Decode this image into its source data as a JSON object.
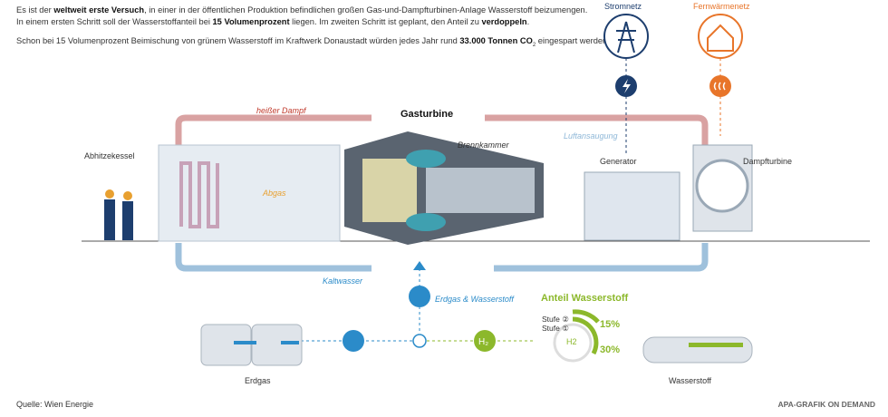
{
  "intro": {
    "line1_a": "Es ist der ",
    "line1_b": "weltweit erste Versuch",
    "line1_c": ", in einer in der öffentlichen Produktion befindlichen großen Gas-und-Dampfturbinen-Anlage Wasserstoff beizumengen.",
    "line2_a": "In einem ersten Schritt soll der Wasserstoffanteil bei ",
    "line2_b": "15 Volumenprozent",
    "line2_c": " liegen. Im zweiten Schritt ist geplant, den Anteil zu ",
    "line2_d": "verdoppeln",
    "line2_e": ".",
    "line3_a": "Schon bei 15 Volumenprozent Beimischung von grünem Wasserstoff im Kraftwerk Donaustadt würden jedes Jahr rund ",
    "line3_b": "33.000 Tonnen CO",
    "line3_sub": "2",
    "line3_c": " eingespart werden."
  },
  "labels": {
    "stromnetz": "Stromnetz",
    "fernwaerme": "Fernwärmenetz",
    "heisser_dampf": "heißer Dampf",
    "gasturbine": "Gasturbine",
    "brennkammer": "Brennkammer",
    "luftansaugung": "Luftansaugung",
    "abhitzekessel": "Abhitzekessel",
    "generator": "Generator",
    "dampfturbine": "Dampfturbine",
    "abgas": "Abgas",
    "kaltwasser": "Kaltwasser",
    "erdgas_wasserstoff": "Erdgas & Wasserstoff",
    "anteil": "Anteil Wasserstoff",
    "stufe2": "Stufe ②",
    "stufe1": "Stufe ①",
    "pct15": "15%",
    "pct30": "30%",
    "h2": "H2",
    "erdgas": "Erdgas",
    "wasserstoff": "Wasserstoff"
  },
  "footer": {
    "source": "Quelle: Wien Energie",
    "credit": "APA-GRAFIK ON DEMAND"
  },
  "colors": {
    "navy": "#1d3e6e",
    "orange": "#e8752a",
    "green": "#8cb82b",
    "blue": "#2b8bc9",
    "red": "#c0392b"
  }
}
